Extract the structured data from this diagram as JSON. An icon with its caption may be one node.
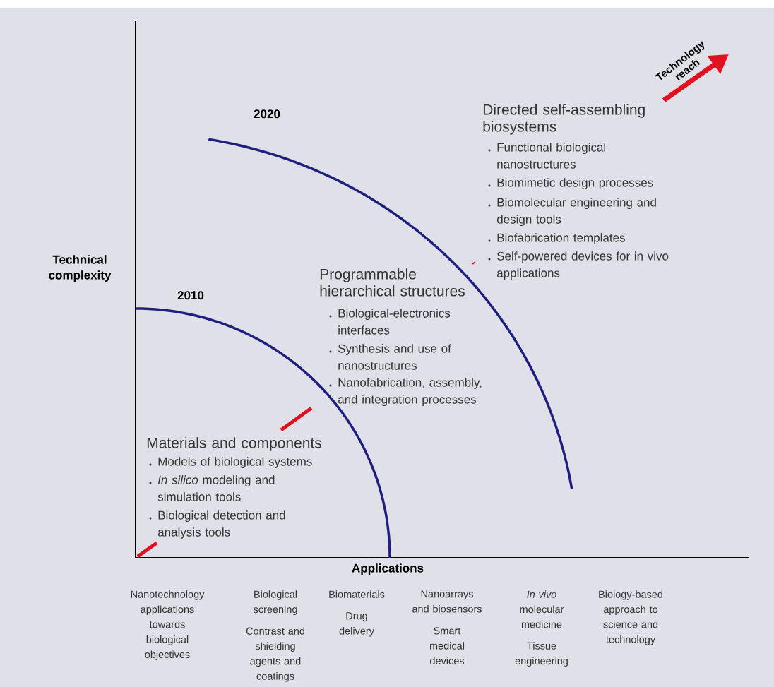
{
  "diagram": {
    "labels": [
      "Technology reach",
      "2020",
      "Directed self-assembling biosystems",
      "Functional biological nanostructures",
      "Biomimetic design processes",
      "Biomolecular engineering and design tools",
      "Biofabrication templates",
      "Self-powered devices for in vivo applications",
      "Technical complexity",
      "Programmable hierarchical structures",
      "Biological-electronics interfaces",
      "Synthesis and use of nanostructures",
      "Nanofabrication, assembly, and integration processes",
      "2010",
      "Materials and components",
      "Models of biological systems",
      "*In silico* modeling and simulation tools",
      "Biological detection and analysis tools",
      "Applications",
      "Nanotechnology applications towards biological objectives",
      "Biological screening",
      "Contrast and shielding agents and coatings",
      "Biomaterials",
      "Drug delivery",
      "Nanoarrays and biosensors",
      "Smart medical devices",
      "*In vivo* molecular medicine",
      "Tissue engineering",
      "Biology-based approach to science and technology"
    ]
  }
}
